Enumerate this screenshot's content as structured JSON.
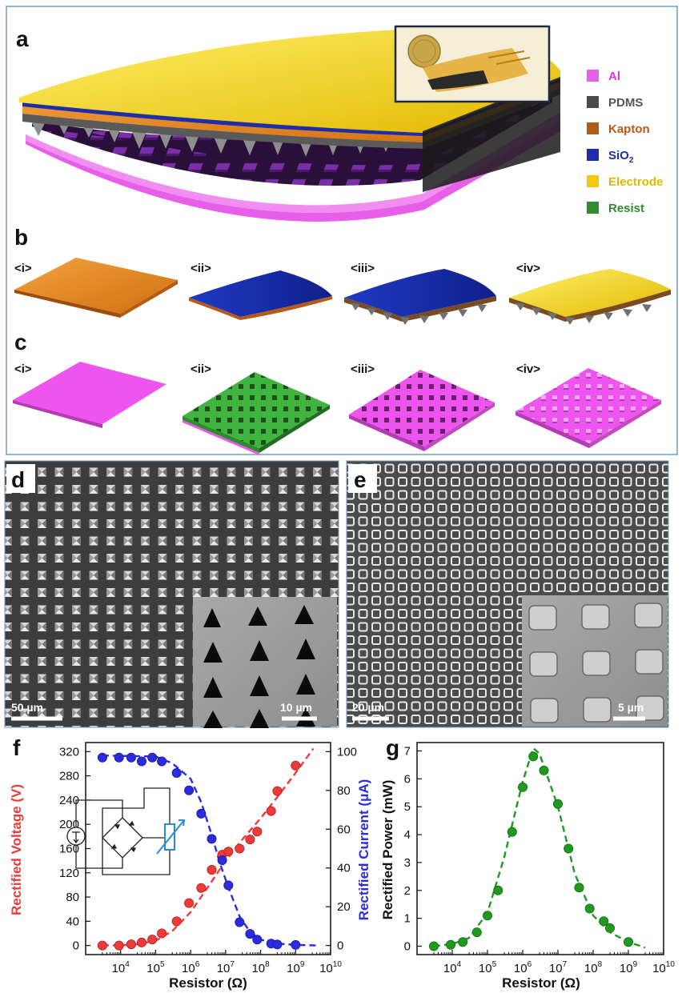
{
  "panels": {
    "a": "a",
    "b": "b",
    "c": "c",
    "d": "d",
    "e": "e",
    "f": "f",
    "g": "g"
  },
  "steps": [
    "<i>",
    "<ii>",
    "<iii>",
    "<iv>"
  ],
  "legend": [
    {
      "label": "Al",
      "color": "#e75ee8",
      "text_color": "#d23bd4"
    },
    {
      "label": "PDMS",
      "color": "#4a4a4a",
      "text_color": "#555555"
    },
    {
      "label": "Kapton",
      "color": "#b55a17",
      "text_color": "#b55a17"
    },
    {
      "label": "SiO",
      "sub": "2",
      "color": "#1d2ea8",
      "text_color": "#1d2ea8"
    },
    {
      "label": "Electrode",
      "color": "#f2c90f",
      "text_color": "#e5b800"
    },
    {
      "label": "Resist",
      "color": "#2e8b2e",
      "text_color": "#2e8b2e"
    }
  ],
  "sem": {
    "d_scale": "50 µm",
    "d_inset_scale": "10 µm",
    "e_scale": "20 µm",
    "e_inset_scale": "5 µm"
  },
  "colors": {
    "voltage": "#f03a3a",
    "current": "#2b2be0",
    "power": "#1f9a1f",
    "frame_blue": "#6f9ec9"
  },
  "chart_data": [
    {
      "panel": "f",
      "type": "scatter",
      "xlabel": "Resistor (Ω)",
      "ylabel_left": "Rectified Voltage (V)",
      "ylabel_right": "Rectified Current (μA)",
      "x_scale": "log",
      "xlim": [
        1000,
        10000000000
      ],
      "x_ticks": [
        {
          "v": 10000,
          "base": "10",
          "exp": "4"
        },
        {
          "v": 100000,
          "base": "10",
          "exp": "5"
        },
        {
          "v": 1000000,
          "base": "10",
          "exp": "6"
        },
        {
          "v": 10000000,
          "base": "10",
          "exp": "7"
        },
        {
          "v": 100000000,
          "base": "10",
          "exp": "8"
        },
        {
          "v": 1000000000,
          "base": "10",
          "exp": "9"
        },
        {
          "v": 10000000000,
          "base": "10",
          "exp": "10"
        }
      ],
      "ylim_left": [
        -15,
        335
      ],
      "y_ticks_left": [
        "0",
        "40",
        "80",
        "120",
        "160",
        "200",
        "240",
        "280",
        "320"
      ],
      "ylim_right": [
        -4.7,
        104.7
      ],
      "y_ticks_right": [
        "0",
        "20",
        "40",
        "60",
        "80",
        "100"
      ],
      "series": [
        {
          "name": "Rectified Voltage",
          "axis": "left",
          "points": [
            [
              3000,
              0
            ],
            [
              9000,
              0
            ],
            [
              20000,
              2
            ],
            [
              40000,
              5
            ],
            [
              80000,
              10
            ],
            [
              150000,
              20
            ],
            [
              400000,
              40
            ],
            [
              900000,
              70
            ],
            [
              2000000,
              95
            ],
            [
              4000000,
              125
            ],
            [
              8000000,
              150
            ],
            [
              12000000,
              155
            ],
            [
              25000000,
              160
            ],
            [
              50000000,
              175
            ],
            [
              80000000,
              188
            ],
            [
              200000000,
              222
            ],
            [
              300000000,
              255
            ],
            [
              1000000000,
              297
            ]
          ],
          "fit": [
            [
              3000,
              0
            ],
            [
              10000,
              0.4
            ],
            [
              30000,
              2
            ],
            [
              100000,
              8
            ],
            [
              300000,
              24
            ],
            [
              1000000,
              55
            ],
            [
              3000000,
              95
            ],
            [
              10000000,
              140
            ],
            [
              30000000,
              175
            ],
            [
              100000000,
              210
            ],
            [
              300000000,
              245
            ],
            [
              1000000000,
              285
            ],
            [
              3200000000,
              325
            ]
          ]
        },
        {
          "name": "Rectified Current",
          "axis": "right",
          "points": [
            [
              3000,
              97
            ],
            [
              9000,
              97
            ],
            [
              20000,
              97
            ],
            [
              40000,
              95
            ],
            [
              80000,
              97
            ],
            [
              150000,
              95
            ],
            [
              400000,
              89
            ],
            [
              900000,
              80
            ],
            [
              2000000,
              68
            ],
            [
              4000000,
              55
            ],
            [
              8000000,
              44
            ],
            [
              12000000,
              31
            ],
            [
              25000000,
              12
            ],
            [
              50000000,
              6
            ],
            [
              80000000,
              3
            ],
            [
              200000000,
              1
            ],
            [
              300000000,
              0.5
            ],
            [
              1000000000,
              0.3
            ]
          ],
          "fit": [
            [
              3000,
              98
            ],
            [
              100000,
              97.5
            ],
            [
              300000,
              94
            ],
            [
              1000000,
              86
            ],
            [
              2000000,
              74
            ],
            [
              4000000,
              57
            ],
            [
              7000000,
              42
            ],
            [
              12000000,
              30
            ],
            [
              25000000,
              15
            ],
            [
              50000000,
              7
            ],
            [
              100000000,
              3
            ],
            [
              300000000,
              1
            ],
            [
              1000000000,
              0.3
            ],
            [
              4000000000,
              0
            ]
          ]
        }
      ]
    },
    {
      "panel": "g",
      "type": "scatter",
      "xlabel": "Resistor (Ω)",
      "ylabel": "Rectified Power (mW)",
      "x_scale": "log",
      "xlim": [
        1000,
        10000000000
      ],
      "x_ticks": [
        {
          "v": 10000,
          "base": "10",
          "exp": "4"
        },
        {
          "v": 100000,
          "base": "10",
          "exp": "5"
        },
        {
          "v": 1000000,
          "base": "10",
          "exp": "6"
        },
        {
          "v": 10000000,
          "base": "10",
          "exp": "7"
        },
        {
          "v": 100000000,
          "base": "10",
          "exp": "8"
        },
        {
          "v": 1000000000,
          "base": "10",
          "exp": "9"
        },
        {
          "v": 10000000000,
          "base": "10",
          "exp": "10"
        }
      ],
      "ylim": [
        -0.3,
        7.3
      ],
      "y_ticks": [
        "0",
        "1",
        "2",
        "3",
        "4",
        "5",
        "6",
        "7"
      ],
      "series": [
        {
          "name": "Rectified Power",
          "points": [
            [
              3000,
              0
            ],
            [
              9000,
              0.05
            ],
            [
              20000,
              0.15
            ],
            [
              50000,
              0.5
            ],
            [
              100000,
              1.1
            ],
            [
              200000,
              2.0
            ],
            [
              500000,
              4.1
            ],
            [
              1000000,
              5.7
            ],
            [
              2000000,
              6.8
            ],
            [
              4000000,
              6.3
            ],
            [
              10000000,
              5.1
            ],
            [
              20000000,
              3.5
            ],
            [
              40000000,
              2.1
            ],
            [
              80000000,
              1.35
            ],
            [
              200000000,
              0.9
            ],
            [
              300000000,
              0.65
            ],
            [
              1000000000,
              0.15
            ]
          ],
          "fit": [
            [
              3000,
              0
            ],
            [
              10000,
              0.08
            ],
            [
              30000,
              0.3
            ],
            [
              100000,
              1.2
            ],
            [
              300000,
              3.2
            ],
            [
              1000000,
              5.9
            ],
            [
              2000000,
              7.1
            ],
            [
              3000000,
              6.9
            ],
            [
              10000000,
              5.0
            ],
            [
              30000000,
              2.6
            ],
            [
              100000000,
              1.1
            ],
            [
              300000000,
              0.5
            ],
            [
              1000000000,
              0.15
            ],
            [
              3000000000,
              -0.05
            ]
          ]
        }
      ]
    }
  ]
}
